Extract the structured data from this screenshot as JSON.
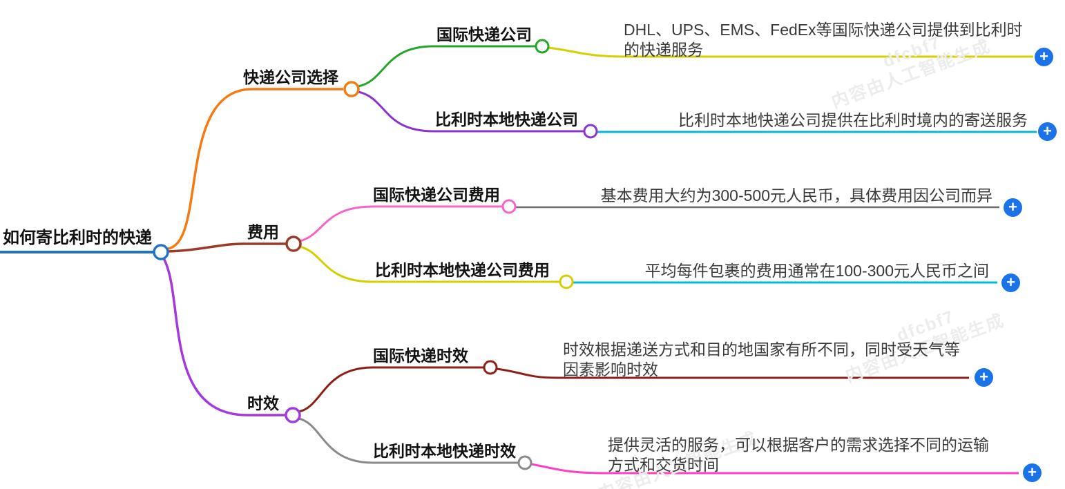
{
  "root": {
    "label": "如何寄比利时的快递"
  },
  "branches": [
    {
      "label": "快递公司选择",
      "children": [
        {
          "label": "国际快递公司",
          "desc": "DHL、UPS、EMS、FedEx等国际快递公司提供到比利时的快递服务"
        },
        {
          "label": "比利时本地快递公司",
          "desc": "比利时本地快递公司提供在比利时境内的寄送服务"
        }
      ]
    },
    {
      "label": "费用",
      "children": [
        {
          "label": "国际快递公司费用",
          "desc": "基本费用大约为300-500元人民币，具体费用因公司而异"
        },
        {
          "label": "比利时本地快递公司费用",
          "desc": "平均每件包裹的费用通常在100-300元人民币之间"
        }
      ]
    },
    {
      "label": "时效",
      "children": [
        {
          "label": "国际快递时效",
          "desc": "时效根据递送方式和目的地国家有所不同，同时受天气等因素影响时效"
        },
        {
          "label": "比利时本地快递时效",
          "desc": "提供灵活的服务，可以根据客户的需求选择不同的运输方式和交货时间"
        }
      ]
    }
  ],
  "plus": "+",
  "watermark": {
    "code": "dfcbf7",
    "text": "内容由人工智能生成"
  },
  "colors": {
    "root": "#1e73c8",
    "branch1": "#f57a11",
    "child1a": "#23a62b",
    "leaf1a": "#d4cf00",
    "child1b": "#8c33cc",
    "leaf1b": "#00b9d7",
    "branch2": "#9c3a28",
    "child2a": "#f763c9",
    "leaf2a": "#6e6e6e",
    "child2b": "#d4cf00",
    "leaf2b": "#00b9d7",
    "branch3": "#a438dd",
    "child3a": "#8e1f14",
    "leaf3a": "#8e1f14",
    "child3b": "#8a8a8a",
    "leaf3b": "#ff3fc0",
    "plus": "#1a73e8",
    "watermark": "#ececec"
  }
}
